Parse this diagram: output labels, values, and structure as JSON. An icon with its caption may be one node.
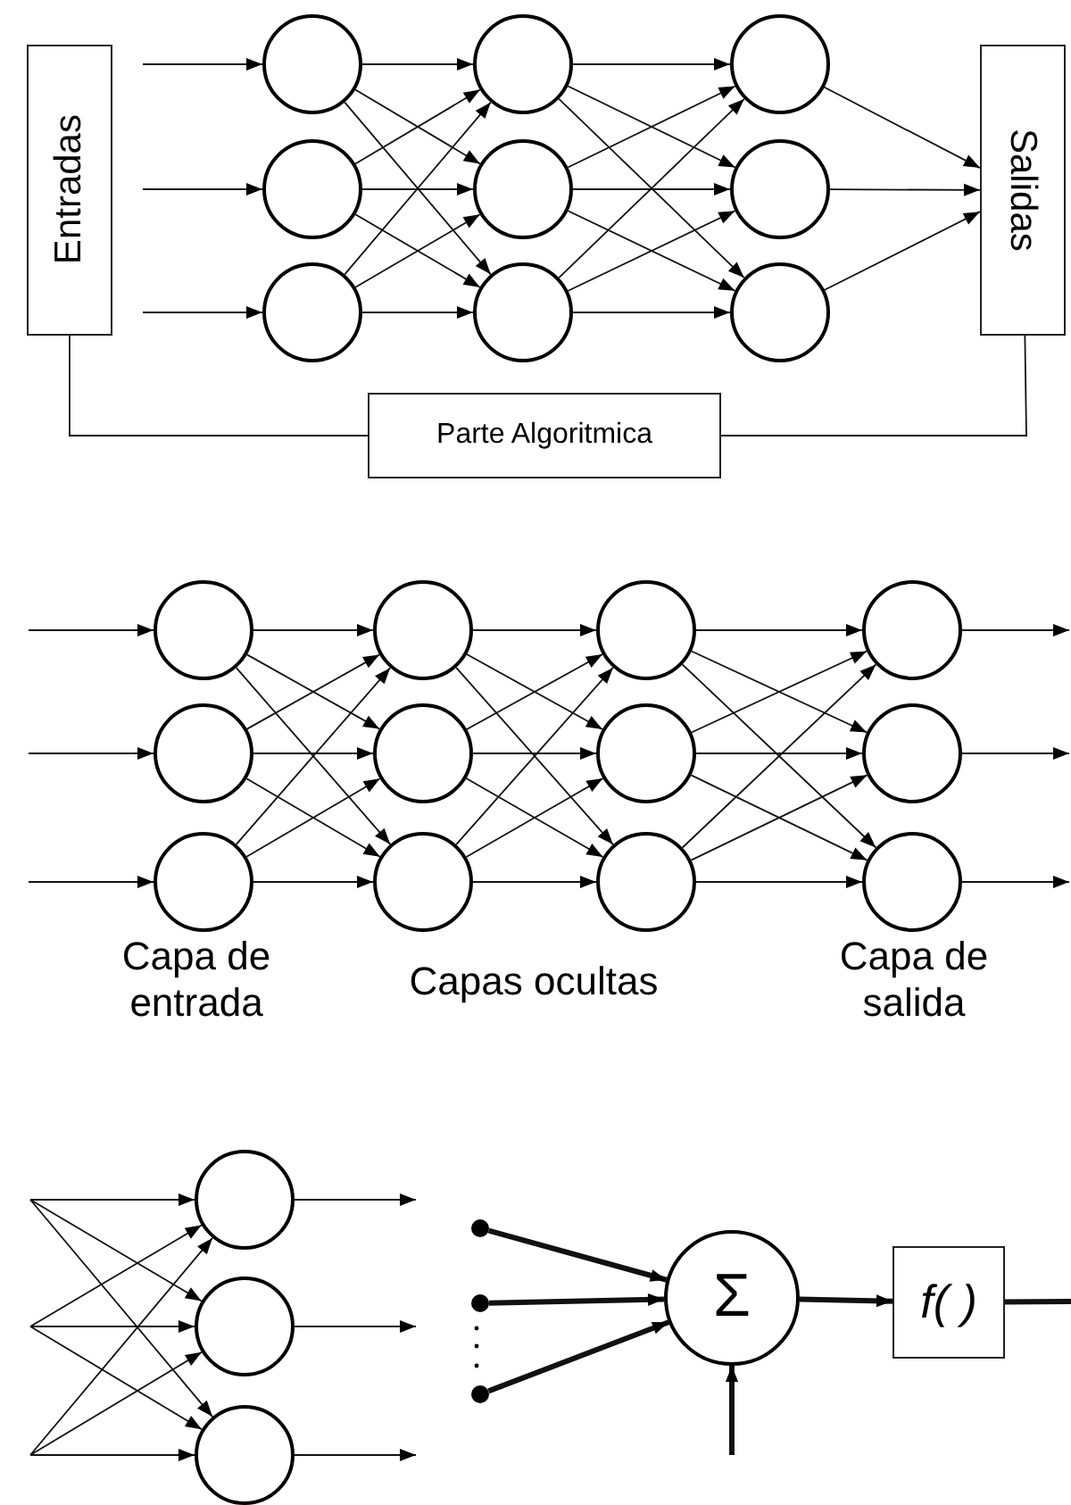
{
  "diagram": {
    "nodes": [
      {
        "text": [
          "Entradas"
        ]
      },
      {
        "text": [],
        "shape": "circle"
      },
      {
        "text": [],
        "shape": "circle"
      },
      {
        "text": [],
        "shape": "circle"
      },
      {
        "text": [],
        "shape": "circle"
      },
      {
        "text": [],
        "shape": "circle"
      },
      {
        "text": [],
        "shape": "circle"
      },
      {
        "text": [],
        "shape": "circle"
      },
      {
        "text": [],
        "shape": "circle"
      },
      {
        "text": [],
        "shape": "circle"
      },
      {
        "text": [
          "Salidas"
        ]
      },
      {
        "text": [
          "Parte Algoritmica"
        ]
      },
      {
        "text": [],
        "shape": "circle"
      },
      {
        "text": [],
        "shape": "circle"
      },
      {
        "text": [],
        "shape": "circle"
      },
      {
        "text": [],
        "shape": "circle"
      },
      {
        "text": [],
        "shape": "circle"
      },
      {
        "text": [],
        "shape": "circle"
      },
      {
        "text": [],
        "shape": "circle"
      },
      {
        "text": [],
        "shape": "circle"
      },
      {
        "text": [],
        "shape": "circle"
      },
      {
        "text": [],
        "shape": "circle"
      },
      {
        "text": [],
        "shape": "circle"
      },
      {
        "text": [],
        "shape": "circle"
      },
      {
        "text": [],
        "shape": "circle"
      },
      {
        "text": [],
        "shape": "circle"
      },
      {
        "text": [],
        "shape": "circle"
      },
      {
        "text": [],
        "shape": "dot"
      },
      {
        "text": [],
        "shape": "dot"
      },
      {
        "text": [],
        "shape": "dot"
      },
      {
        "text": [
          "Σ"
        ]
      },
      {
        "text": [
          "f( )"
        ]
      }
    ],
    "edges": [
      {
        "from": null,
        "to": 1,
        "arrow": "to"
      },
      {
        "from": null,
        "to": 2,
        "arrow": "to"
      },
      {
        "from": null,
        "to": 3,
        "arrow": "to"
      },
      {
        "from": 1,
        "to": 4,
        "arrow": "to"
      },
      {
        "from": 1,
        "to": 5,
        "arrow": "to"
      },
      {
        "from": 1,
        "to": 6,
        "arrow": "to"
      },
      {
        "from": 2,
        "to": 4,
        "arrow": "to"
      },
      {
        "from": 2,
        "to": 5,
        "arrow": "to"
      },
      {
        "from": 2,
        "to": 6,
        "arrow": "to"
      },
      {
        "from": 3,
        "to": 4,
        "arrow": "to"
      },
      {
        "from": 3,
        "to": 5,
        "arrow": "to"
      },
      {
        "from": 3,
        "to": 6,
        "arrow": "to"
      },
      {
        "from": 4,
        "to": 7,
        "arrow": "to"
      },
      {
        "from": 4,
        "to": 8,
        "arrow": "to"
      },
      {
        "from": 4,
        "to": 9,
        "arrow": "to"
      },
      {
        "from": 5,
        "to": 7,
        "arrow": "to"
      },
      {
        "from": 5,
        "to": 8,
        "arrow": "to"
      },
      {
        "from": 5,
        "to": 9,
        "arrow": "to"
      },
      {
        "from": 6,
        "to": 7,
        "arrow": "to"
      },
      {
        "from": 6,
        "to": 8,
        "arrow": "to"
      },
      {
        "from": 6,
        "to": 9,
        "arrow": "to"
      },
      {
        "from": 7,
        "to": 10,
        "arrow": "to"
      },
      {
        "from": 8,
        "to": 10,
        "arrow": "to"
      },
      {
        "from": 9,
        "to": 10,
        "arrow": "to"
      },
      {
        "from": 0,
        "to": 11,
        "arrow": "none"
      },
      {
        "from": 11,
        "to": 10,
        "arrow": "none"
      },
      {
        "from": null,
        "to": 12,
        "arrow": "to"
      },
      {
        "from": null,
        "to": 13,
        "arrow": "to"
      },
      {
        "from": null,
        "to": 14,
        "arrow": "to"
      },
      {
        "from": 12,
        "to": 15,
        "arrow": "to"
      },
      {
        "from": 12,
        "to": 16,
        "arrow": "to"
      },
      {
        "from": 12,
        "to": 17,
        "arrow": "to"
      },
      {
        "from": 13,
        "to": 15,
        "arrow": "to"
      },
      {
        "from": 13,
        "to": 16,
        "arrow": "to"
      },
      {
        "from": 13,
        "to": 17,
        "arrow": "to"
      },
      {
        "from": 14,
        "to": 15,
        "arrow": "to"
      },
      {
        "from": 14,
        "to": 16,
        "arrow": "to"
      },
      {
        "from": 14,
        "to": 17,
        "arrow": "to"
      },
      {
        "from": 15,
        "to": 18,
        "arrow": "to"
      },
      {
        "from": 15,
        "to": 19,
        "arrow": "to"
      },
      {
        "from": 15,
        "to": 20,
        "arrow": "to"
      },
      {
        "from": 16,
        "to": 18,
        "arrow": "to"
      },
      {
        "from": 16,
        "to": 19,
        "arrow": "to"
      },
      {
        "from": 16,
        "to": 20,
        "arrow": "to"
      },
      {
        "from": 17,
        "to": 18,
        "arrow": "to"
      },
      {
        "from": 17,
        "to": 19,
        "arrow": "to"
      },
      {
        "from": 17,
        "to": 20,
        "arrow": "to"
      },
      {
        "from": 18,
        "to": 21,
        "arrow": "to"
      },
      {
        "from": 18,
        "to": 22,
        "arrow": "to"
      },
      {
        "from": 18,
        "to": 23,
        "arrow": "to"
      },
      {
        "from": 19,
        "to": 21,
        "arrow": "to"
      },
      {
        "from": 19,
        "to": 22,
        "arrow": "to"
      },
      {
        "from": 19,
        "to": 23,
        "arrow": "to"
      },
      {
        "from": 20,
        "to": 21,
        "arrow": "to"
      },
      {
        "from": 20,
        "to": 22,
        "arrow": "to"
      },
      {
        "from": 20,
        "to": 23,
        "arrow": "to"
      },
      {
        "from": 21,
        "to": null,
        "arrow": "to"
      },
      {
        "from": 22,
        "to": null,
        "arrow": "to"
      },
      {
        "from": 23,
        "to": null,
        "arrow": "to"
      },
      {
        "from": null,
        "to": 24,
        "arrow": "to"
      },
      {
        "from": null,
        "to": 25,
        "arrow": "to"
      },
      {
        "from": null,
        "to": 26,
        "arrow": "to"
      },
      {
        "from": null,
        "to": 24,
        "arrow": "to"
      },
      {
        "from": null,
        "to": 25,
        "arrow": "to"
      },
      {
        "from": null,
        "to": 26,
        "arrow": "to"
      },
      {
        "from": null,
        "to": 24,
        "arrow": "to"
      },
      {
        "from": null,
        "to": 25,
        "arrow": "to"
      },
      {
        "from": null,
        "to": 26,
        "arrow": "to"
      },
      {
        "from": 24,
        "to": null,
        "arrow": "to"
      },
      {
        "from": 25,
        "to": null,
        "arrow": "to"
      },
      {
        "from": 26,
        "to": null,
        "arrow": "to"
      },
      {
        "from": 27,
        "to": 30,
        "arrow": "to",
        "style": "thick"
      },
      {
        "from": 28,
        "to": 30,
        "arrow": "to",
        "style": "thick"
      },
      {
        "from": 29,
        "to": 30,
        "arrow": "to",
        "style": "thick"
      },
      {
        "from": null,
        "to": 30,
        "arrow": "to",
        "style": "thick"
      },
      {
        "from": 30,
        "to": 31,
        "arrow": "to",
        "style": "thick"
      },
      {
        "from": 31,
        "to": null,
        "arrow": "none",
        "style": "thick"
      }
    ],
    "labels": [
      "Capa de entrada",
      "Capas ocultas",
      "Capa de salida"
    ]
  }
}
